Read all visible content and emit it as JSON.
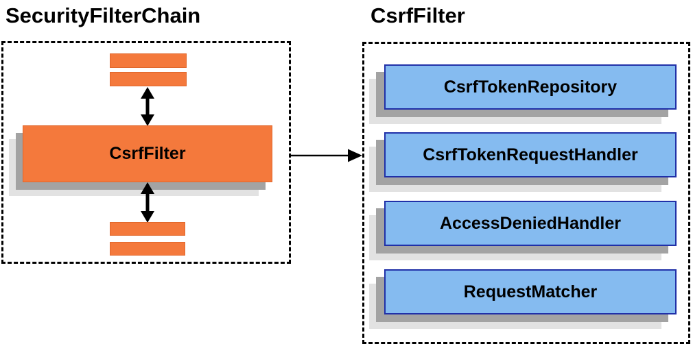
{
  "colors": {
    "orange": "#f4793c",
    "orange-border": "#e0662a",
    "blue": "#85bbf0",
    "blue-border": "#2030a8",
    "shadow-dark": "#a3a3a3",
    "shadow-light": "#e2e2e2",
    "ink": "#000000"
  },
  "left_panel": {
    "title": "SecurityFilterChain",
    "filter_box": {
      "label": "CsrfFilter"
    }
  },
  "right_panel": {
    "title": "CsrfFilter",
    "components": [
      {
        "label": "CsrfTokenRepository"
      },
      {
        "label": "CsrfTokenRequestHandler"
      },
      {
        "label": "AccessDeniedHandler"
      },
      {
        "label": "RequestMatcher"
      }
    ]
  }
}
